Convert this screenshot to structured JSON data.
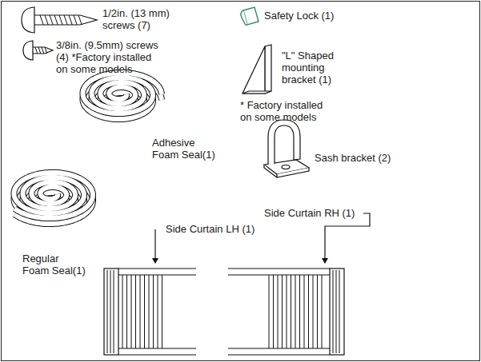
{
  "diagram": {
    "labels": [
      "1/2in. (13 mm) screws (7)",
      "Safety Lock (1)",
      "3/8in. (9.5mm) screws (4) *Factory installed on some models",
      "\"L\" Shaped mounting bracket (1)",
      "* Factory installed on some models",
      "Adhesive Foam Seal(1)",
      "Sash bracket (2)",
      "Regular Foam Seal(1)",
      "Side Curtain RH (1)",
      "Side Curtain LH (1)"
    ]
  }
}
